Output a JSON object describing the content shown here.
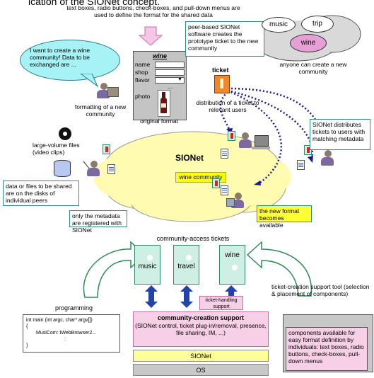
{
  "top_cut_text": "ication of the SIONet concept.",
  "format_note": "text boxes, radio buttons, check-boxes, and pull-down menus are used to define the format for the shared data",
  "speech_bubble": "I want to create a wine community! Data to be exchanged are ...",
  "form": {
    "title": "wine",
    "fields": [
      "name",
      "shop",
      "flavor"
    ],
    "ellipsis": "...",
    "photo_label": "photo",
    "caption": "original format"
  },
  "formatting_label": "formatting of a new community",
  "ticket_label": "ticket",
  "peer_note": "peer-based SIONet software creates the prototype ticket to the new community",
  "cloud_words": [
    "music",
    "trip",
    "wine"
  ],
  "anyone_note": "anyone can create a new community",
  "distribution_label": "distribution of a ticket to relevant users",
  "large_files_label": "large-volume files (video clips)",
  "sionet_label": "SIONet",
  "wine_community_label": "wine community",
  "distributes_note": "SIONet distributes tickets to users with matching metadata",
  "peers_note": "data or files to be shared are on the disks of individual peers",
  "metadata_note": "only the metadata are registered with SIONet",
  "new_format_note": "the new format becomes available",
  "tickets_title": "community-access tickets",
  "tickets": [
    "music",
    "travel",
    "wine"
  ],
  "handling_support": "ticket-handling support",
  "creation_tool": "ticket-creation support tool (selection & placement of components)",
  "programming_label": "programming",
  "code_lines": [
    "int main (int argc, char* argv[])",
    "{",
    "MusiCom::IWebBrowser2...",
    ":",
    "}"
  ],
  "stack": {
    "support_title": "community-creation support",
    "support_detail": "(SIONet control, ticket plug-in/removal, presence, file sharing, IM, ...)",
    "sionet": "SIONet",
    "os": "OS"
  },
  "components_note": "components available for easy format definition by individuals: text boxes, radio buttons, check-boxes, pull-down menus",
  "colors": {
    "bubble": "#a6f2f5",
    "cloud": "#fffbb0",
    "ticket": "#cfeee4",
    "sionet_layer": "#ffff99",
    "os_layer": "#c8c8c8",
    "arrow_green": "#2f8a58",
    "arrow_blue": "#2244aa",
    "dotted": "#1a1a8c"
  }
}
